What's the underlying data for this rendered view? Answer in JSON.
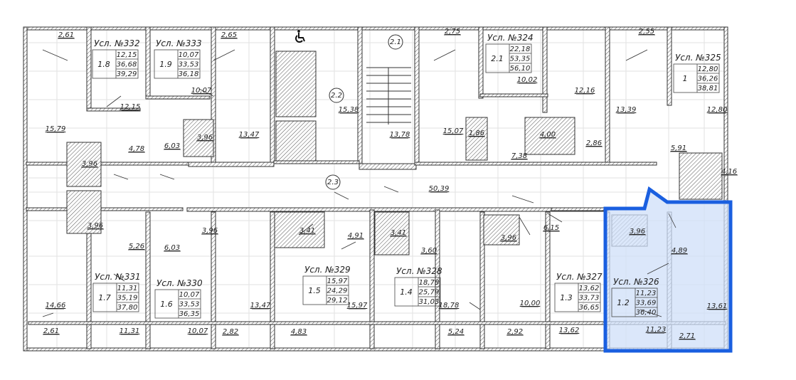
{
  "plan": {
    "accent_color": "#1a5fe0",
    "highlight_fill": "#cfdff8",
    "accessibility_icon": "wheelchair-icon",
    "apartments": [
      {
        "title": "Усл. №332",
        "number": "1.8",
        "values": [
          "12,15",
          "36,68",
          "39,29"
        ]
      },
      {
        "title": "Усл. №333",
        "number": "1.9",
        "values": [
          "10,07",
          "33,53",
          "36,18"
        ]
      },
      {
        "title": "Усл. №324",
        "number": "2.1",
        "values": [
          "22,18",
          "53,35",
          "56,10"
        ]
      },
      {
        "title": "Усл. №325",
        "number": "1",
        "values": [
          "12,80",
          "36,26",
          "38,81"
        ]
      },
      {
        "title": "Усл. №331",
        "number": "1.7",
        "values": [
          "11,31",
          "35,19",
          "37,80"
        ]
      },
      {
        "title": "Усл. №330",
        "number": "1.6",
        "values": [
          "10,07",
          "33,53",
          "36,35"
        ]
      },
      {
        "title": "Усл. №329",
        "number": "1.5",
        "values": [
          "15,97",
          "24,29",
          "29,12"
        ]
      },
      {
        "title": "Усл. №328",
        "number": "1.4",
        "values": [
          "18,78",
          "25,79",
          "31,03"
        ]
      },
      {
        "title": "Усл. №327",
        "number": "1.3",
        "values": [
          "13,62",
          "33,73",
          "36,65"
        ]
      },
      {
        "title": "Усл. №326",
        "number": "1.2",
        "values": [
          "11,23",
          "33,69",
          "36,40"
        ],
        "selected": true
      }
    ],
    "circles": [
      "2.1",
      "2.2",
      "2.3"
    ],
    "rooms": [
      "2,61",
      "2,65",
      "2,75",
      "2,55",
      "12,15",
      "10,07",
      "15,79",
      "4,78",
      "6,03",
      "3,96",
      "13,47",
      "3,96",
      "15,38",
      "13,78",
      "15,07",
      "1,86",
      "10,02",
      "12,16",
      "4,00",
      "2,86",
      "7,38",
      "13,39",
      "12,80",
      "5,91",
      "4,16",
      "50,39",
      "3,96",
      "5,26",
      "6,03",
      "3,96",
      "3,41",
      "4,91",
      "3,41",
      "3,60",
      "3,96",
      "6,15",
      "4,89",
      "3,96",
      "14,66",
      "13,47",
      "15,97",
      "18,78",
      "10,00",
      "13,62",
      "13,61",
      "11,23",
      "2,71",
      "2,61",
      "11,31",
      "10,07",
      "2,82",
      "4,83",
      "5,24",
      "2,92"
    ]
  }
}
